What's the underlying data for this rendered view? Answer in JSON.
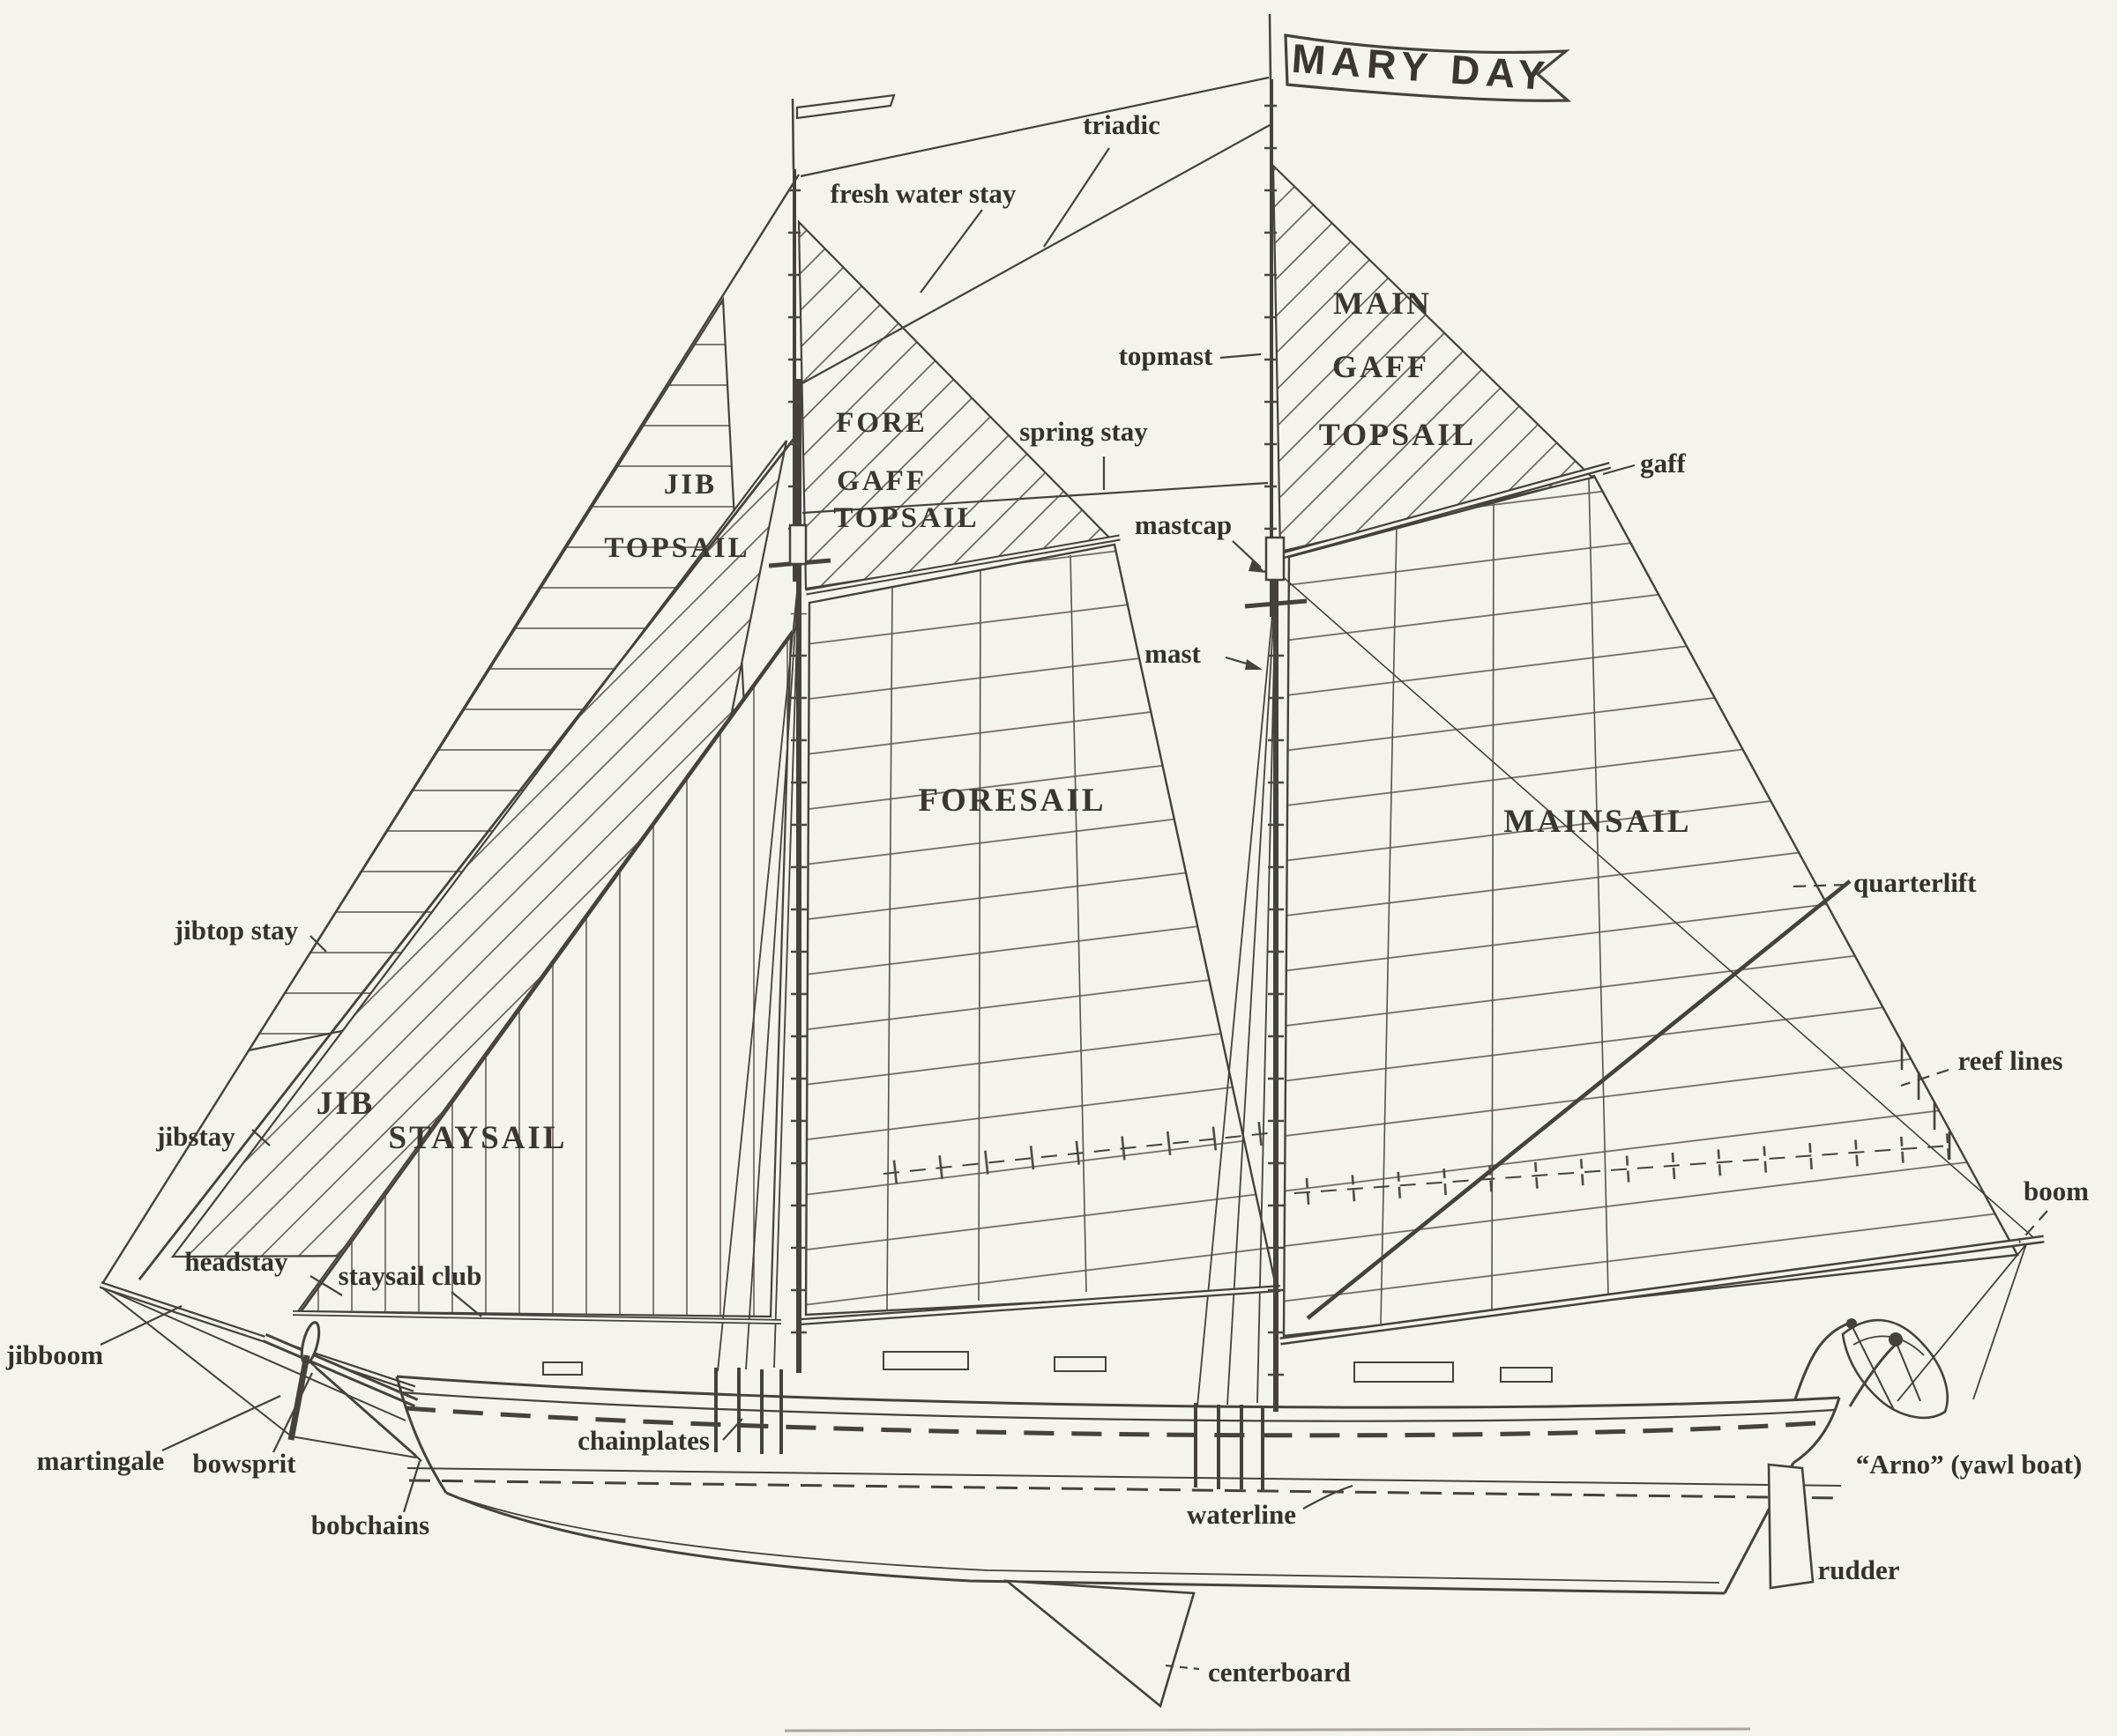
{
  "page": {
    "title": "Mary Day schooner sail and rigging diagram"
  },
  "banner": {
    "vessel_name": "MARY DAY"
  },
  "sail_labels": {
    "jib_topsail": [
      "JIB",
      "TOPSAIL"
    ],
    "jib": "JIB",
    "staysail": "STAYSAIL",
    "fore_gaff_topsail": [
      "FORE",
      "GAFF",
      "TOPSAIL"
    ],
    "foresail": "FORESAIL",
    "main_gaff_topsail": [
      "MAIN",
      "GAFF",
      "TOPSAIL"
    ],
    "mainsail": "MAINSAIL"
  },
  "rigging_labels": {
    "triadic": "triadic",
    "fresh_water_stay": "fresh water stay",
    "topmast": "topmast",
    "spring_stay": "spring stay",
    "mastcap": "mastcap",
    "mast": "mast",
    "gaff": "gaff",
    "quarterlift": "quarterlift",
    "reef_lines": "reef lines",
    "boom": "boom",
    "jibtop_stay": "jibtop stay",
    "jibstay": "jibstay",
    "headstay": "headstay",
    "staysail_club": "staysail club",
    "jibboom": "jibboom",
    "martingale": "martingale",
    "bowsprit": "bowsprit",
    "bobchains": "bobchains",
    "chainplates": "chainplates",
    "waterline": "waterline",
    "yawl_boat": "“Arno” (yawl boat)",
    "rudder": "rudder",
    "centerboard": "centerboard"
  },
  "colors": {
    "paper": "#f5f3ee",
    "ink": "#45413c",
    "label": "#35322e"
  }
}
